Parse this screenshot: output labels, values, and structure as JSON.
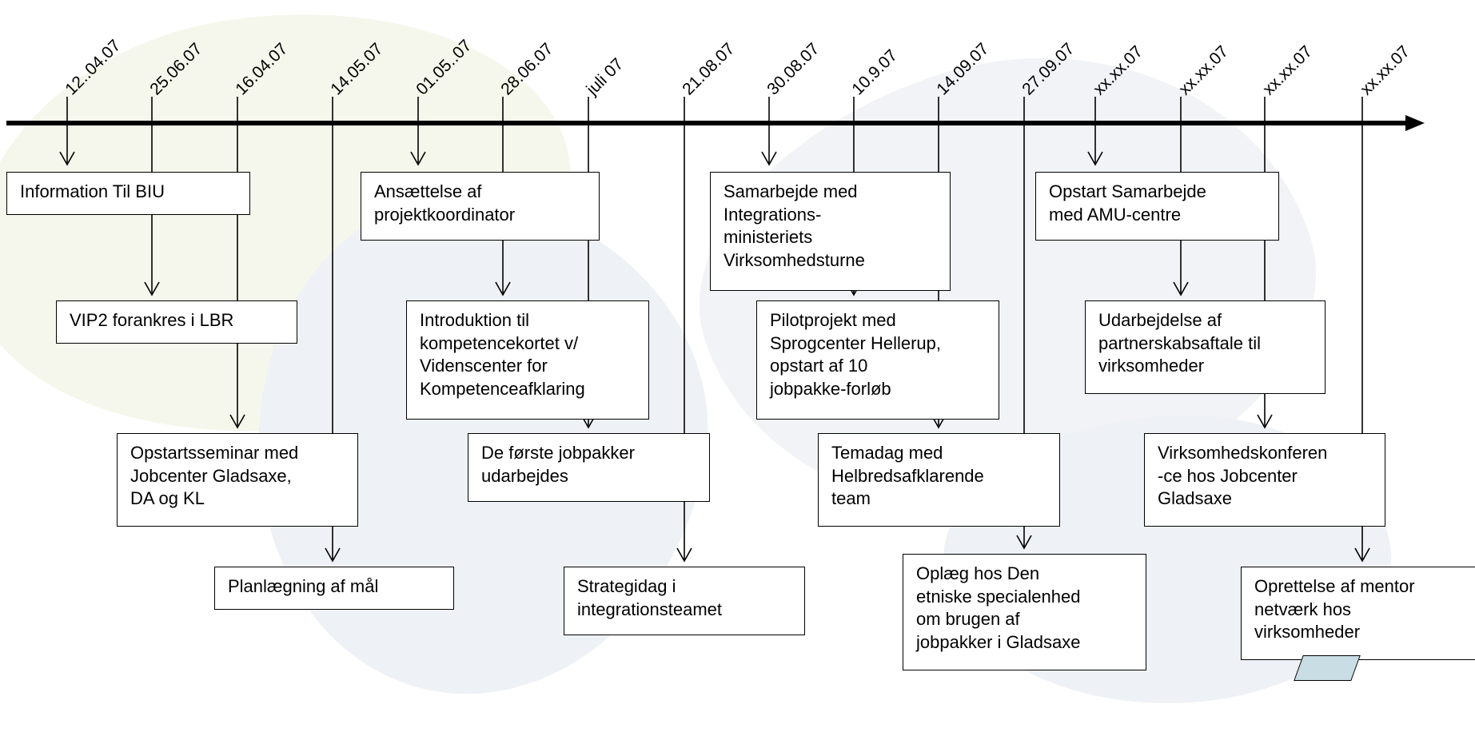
{
  "dates": [
    "12..04.07",
    "25.06.07",
    "16.04.07",
    "14.05.07",
    "01.05..07",
    "28.06.07",
    "juli 07",
    "21.08.07",
    "30.08.07",
    "10.9.07",
    "14.09.07",
    "27.09.07",
    "xx.xx.07",
    "xx.xx.07",
    "xx.xx.07",
    "xx.xx.07"
  ],
  "events": {
    "information_til_biu": [
      "Information Til BIU"
    ],
    "vip2_forankres": [
      "VIP2 forankres i LBR"
    ],
    "opstartsseminar": [
      "Opstartsseminar med",
      "Jobcenter Gladsaxe,",
      "DA og KL"
    ],
    "planlaegning": [
      "Planlægning af mål"
    ],
    "ansaettelse": [
      "Ansættelse af",
      "projektkoordinator"
    ],
    "introduktion": [
      "Introduktion til",
      "kompetencekortet v/",
      "Videnscenter for",
      "Kompetenceafklaring"
    ],
    "foerste_jobpakker": [
      "De første jobpakker",
      "udarbejdes"
    ],
    "strategidag": [
      "Strategidag i",
      "integrationsteamet"
    ],
    "samarbejde_integration": [
      "Samarbejde med",
      "Integrations-",
      "ministeriets",
      "Virksomhedsturne"
    ],
    "pilotprojekt": [
      "Pilotprojekt med",
      "Sprogcenter Hellerup,",
      "opstart af 10",
      "jobpakke-forløb"
    ],
    "temadag": [
      "Temadag med",
      "Helbredsafklarende",
      "team"
    ],
    "oplaeg": [
      "Oplæg hos Den",
      "etniske specialenhed",
      "om brugen af",
      "jobpakker i Gladsaxe"
    ],
    "opstart_amu": [
      "Opstart Samarbejde",
      "med AMU-centre"
    ],
    "udarbejdelse": [
      "Udarbejdelse af",
      "partnerskabsaftale til",
      "virksomheder"
    ],
    "virksomhedskonference": [
      "Virksomhedskonferen",
      "-ce hos Jobcenter",
      "Gladsaxe"
    ],
    "oprettelse_mentor": [
      "Oprettelse af mentor",
      "netværk hos",
      "virksomheder"
    ]
  },
  "colors": {
    "line": "#000000",
    "box_fill": "#ffffff",
    "corner_tab": "#c9dde4"
  }
}
